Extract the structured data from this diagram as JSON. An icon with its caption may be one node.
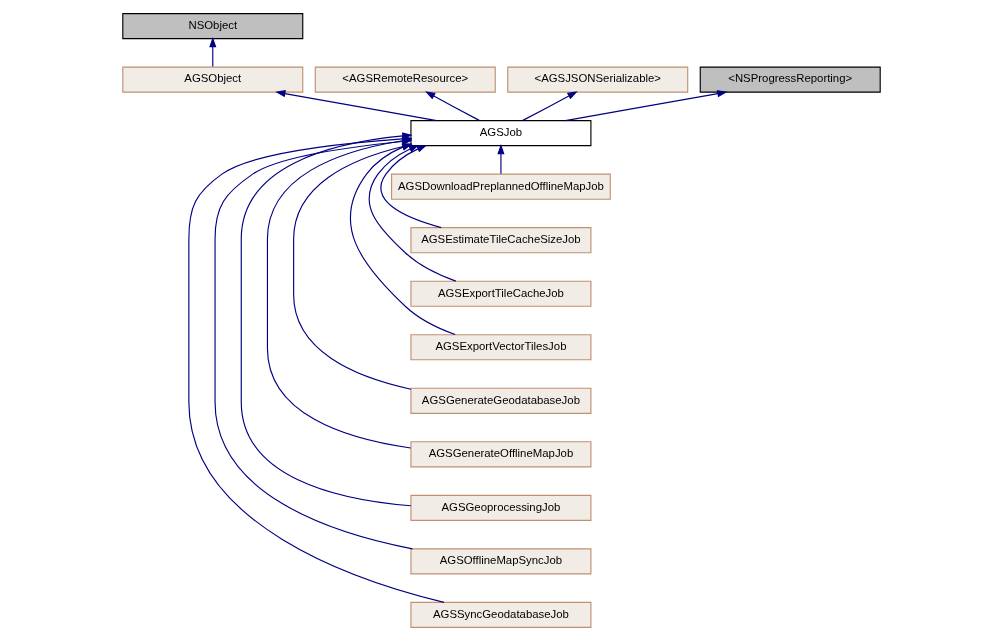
{
  "diagram": {
    "nodes": [
      {
        "text": [
          "NSObject"
        ]
      },
      {
        "text": [
          "AGSObject"
        ]
      },
      {
        "text": [
          "<AGSRemoteResource>"
        ]
      },
      {
        "text": [
          "<AGSJSONSerializable>"
        ]
      },
      {
        "text": [
          "<NSProgressReporting>"
        ]
      },
      {
        "text": [
          "AGSJob"
        ]
      },
      {
        "text": [
          "AGSDownloadPreplannedOfflineMapJob"
        ]
      },
      {
        "text": [
          "AGSEstimateTileCacheSizeJob"
        ]
      },
      {
        "text": [
          "AGSExportTileCacheJob"
        ]
      },
      {
        "text": [
          "AGSExportVectorTilesJob"
        ]
      },
      {
        "text": [
          "AGSGenerateGeodatabaseJob"
        ]
      },
      {
        "text": [
          "AGSGenerateOfflineMapJob"
        ]
      },
      {
        "text": [
          "AGSGeoprocessingJob"
        ]
      },
      {
        "text": [
          "AGSOfflineMapSyncJob"
        ]
      },
      {
        "text": [
          "AGSSyncGeodatabaseJob"
        ]
      }
    ],
    "edges": [
      {
        "from": 1,
        "to": 0,
        "arrow": "to"
      },
      {
        "from": 5,
        "to": 1,
        "arrow": "to"
      },
      {
        "from": 5,
        "to": 2,
        "arrow": "to"
      },
      {
        "from": 5,
        "to": 3,
        "arrow": "to"
      },
      {
        "from": 5,
        "to": 4,
        "arrow": "to"
      },
      {
        "from": 6,
        "to": 5,
        "arrow": "to"
      },
      {
        "from": 7,
        "to": 5,
        "arrow": "to"
      },
      {
        "from": 8,
        "to": 5,
        "arrow": "to"
      },
      {
        "from": 9,
        "to": 5,
        "arrow": "to"
      },
      {
        "from": 10,
        "to": 5,
        "arrow": "to"
      },
      {
        "from": 11,
        "to": 5,
        "arrow": "to"
      },
      {
        "from": 12,
        "to": 5,
        "arrow": "to"
      },
      {
        "from": 13,
        "to": 5,
        "arrow": "to"
      },
      {
        "from": 14,
        "to": 5,
        "arrow": "to"
      }
    ]
  }
}
